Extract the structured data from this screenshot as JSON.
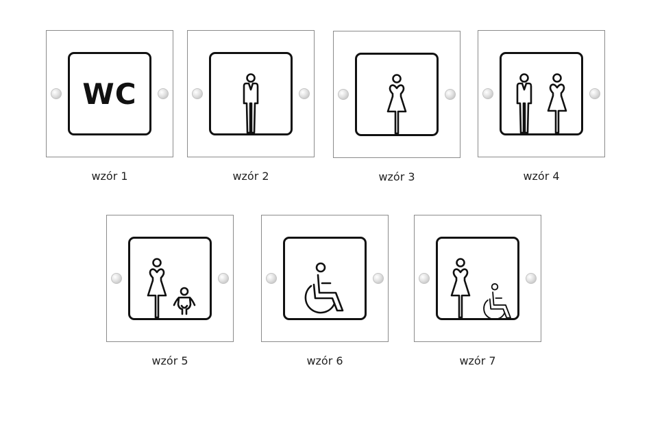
{
  "signs": [
    {
      "caption": "wzór 1",
      "icon": "wc-text-icon",
      "text": "WC"
    },
    {
      "caption": "wzór 2",
      "icon": "man-icon"
    },
    {
      "caption": "wzór 3",
      "icon": "woman-icon"
    },
    {
      "caption": "wzór 4",
      "icon": "man-and-woman-icon"
    },
    {
      "caption": "wzór 5",
      "icon": "woman-with-baby-icon"
    },
    {
      "caption": "wzór 6",
      "icon": "wheelchair-icon"
    },
    {
      "caption": "wzór 7",
      "icon": "woman-and-wheelchair-icon"
    }
  ]
}
